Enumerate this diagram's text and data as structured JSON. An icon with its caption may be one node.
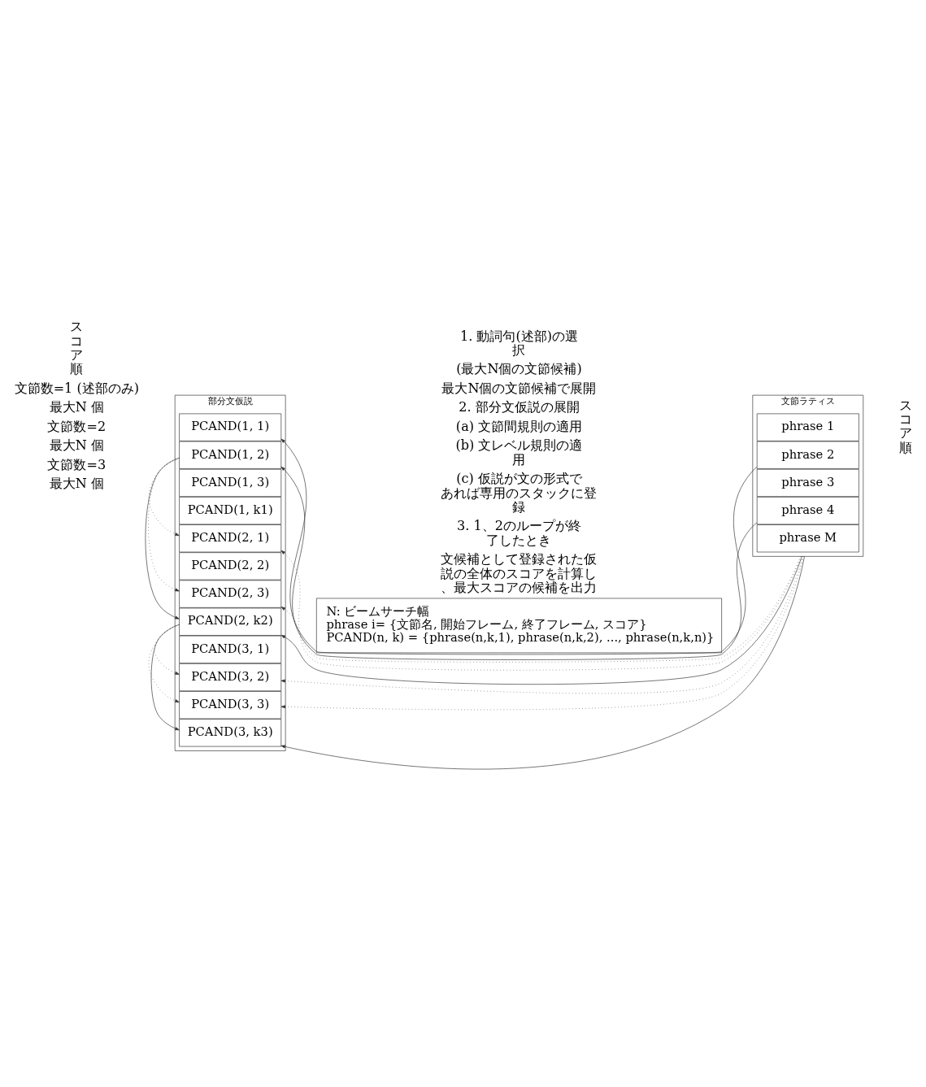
{
  "diagram": {
    "nodes": [
      {
        "text": [
          "部分文仮説"
        ]
      },
      {
        "text": [
          "PCAND(1, 1)"
        ],
        "in": 0
      },
      {
        "text": [
          "PCAND(1, 2)"
        ],
        "in": 0
      },
      {
        "text": [
          "PCAND(1, 3)"
        ],
        "in": 0
      },
      {
        "text": [
          "PCAND(1, k1)"
        ],
        "in": 0
      },
      {
        "text": [
          "PCAND(2, 1)"
        ],
        "in": 0
      },
      {
        "text": [
          "PCAND(2, 2)"
        ],
        "in": 0
      },
      {
        "text": [
          "PCAND(2, 3)"
        ],
        "in": 0
      },
      {
        "text": [
          "PCAND(2, k2)"
        ],
        "in": 0
      },
      {
        "text": [
          "PCAND(3, 1)"
        ],
        "in": 0
      },
      {
        "text": [
          "PCAND(3, 2)"
        ],
        "in": 0
      },
      {
        "text": [
          "PCAND(3, 3)"
        ],
        "in": 0
      },
      {
        "text": [
          "PCAND(3, k3)"
        ],
        "in": 0
      },
      {
        "text": [
          "文節ラティス"
        ]
      },
      {
        "text": [
          "phrase 1"
        ],
        "in": 13
      },
      {
        "text": [
          "phrase 2"
        ],
        "in": 13
      },
      {
        "text": [
          "phrase 3"
        ],
        "in": 13
      },
      {
        "text": [
          "phrase 4"
        ],
        "in": 13
      },
      {
        "text": [
          "phrase M"
        ],
        "in": 13
      },
      {
        "text": [
          "N: ビームサーチ幅",
          "phrase i= {文節名, 開始フレーム, 終了フレーム, スコア}",
          "PCAND(n, k) = {phrase(n,k,1), phrase(n,k,2), ..., phrase(n,k,n)}"
        ]
      }
    ],
    "edges": [
      {
        "from": 15,
        "to": 1,
        "arrow": "to"
      },
      {
        "from": 17,
        "to": 2,
        "arrow": "to"
      },
      {
        "from": 2,
        "to": 5,
        "arrow": "to",
        "style": "dashed"
      },
      {
        "from": 13,
        "to": 5,
        "arrow": "to",
        "style": "dashed"
      },
      {
        "from": 2,
        "to": 7,
        "arrow": "to",
        "style": "dashed"
      },
      {
        "from": 13,
        "to": 7,
        "arrow": "to",
        "style": "dashed"
      },
      {
        "from": 2,
        "to": 8,
        "arrow": "to"
      },
      {
        "from": 13,
        "to": 8,
        "arrow": "to"
      },
      {
        "from": 8,
        "to": 10,
        "arrow": "to",
        "style": "dashed"
      },
      {
        "from": 13,
        "to": 10,
        "arrow": "to",
        "style": "dashed"
      },
      {
        "from": 8,
        "to": 11,
        "arrow": "to",
        "style": "dashed"
      },
      {
        "from": 13,
        "to": 11,
        "arrow": "to",
        "style": "dashed"
      },
      {
        "from": 8,
        "to": 12,
        "arrow": "to"
      },
      {
        "from": 13,
        "to": 12,
        "arrow": "to"
      }
    ],
    "labels": [
      "スコア順",
      "スコア順",
      "文節数=1 (述部のみ)",
      "最大N 個",
      "文節数=2",
      "最大N 個",
      "文節数=3",
      "最大N 個",
      "1. 動詞句(述部)の選択",
      "(最大N個の文節候補)",
      "最大N個の文節候補で展開",
      "2. 部分文仮説の展開",
      "(a) 文節間規則の適用",
      "(b) 文レベル規則の適用",
      "(c) 仮説が文の形式であれば専用のスタックに登録",
      "3. 1、2のループが終了したとき",
      "文候補として登録された仮説の全体のスコアを計算し、最大スコアの候補を出力"
    ]
  }
}
